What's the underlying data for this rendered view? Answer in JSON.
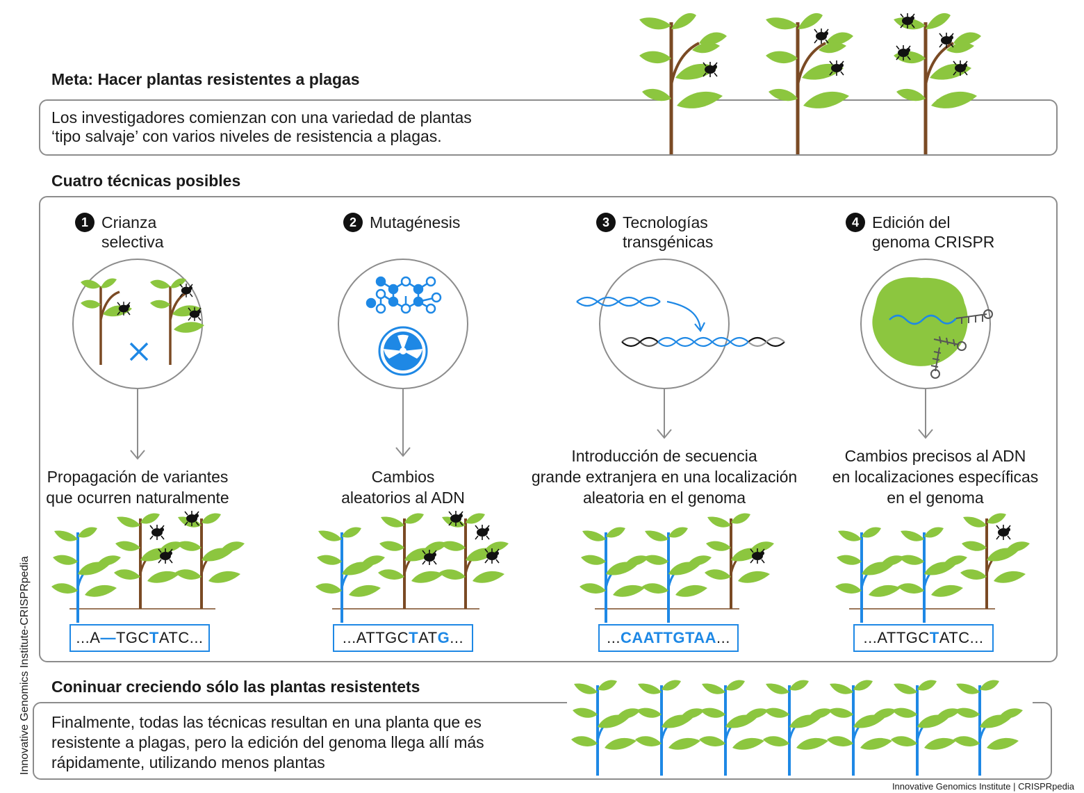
{
  "goal": {
    "heading": "Meta: Hacer plantas resistentes a plagas",
    "line1": "Los investigadores comienzan con una variedad de plantas",
    "line2": "‘tipo salvaje’ con varios niveles de resistencia a plagas."
  },
  "techniques_heading": "Cuatro técnicas posibles",
  "techniques": [
    {
      "num": "1",
      "title_l1": "Crianza",
      "title_l2": "selectiva",
      "result_l1": "Propagación de variantes",
      "result_l2": "que ocurren naturalmente",
      "result_l3": "",
      "seq_pre": "...A",
      "seq_b1": "—",
      "seq_mid": "TGC",
      "seq_b2": "T",
      "seq_post": "ATC..."
    },
    {
      "num": "2",
      "title_l1": "Mutagénesis",
      "title_l2": "",
      "result_l1": "Cambios",
      "result_l2": "aleatorios al ADN",
      "result_l3": "",
      "seq_pre": "...ATTGC",
      "seq_b1": "T",
      "seq_mid": "AT",
      "seq_b2": "G",
      "seq_post": "..."
    },
    {
      "num": "3",
      "title_l1": "Tecnologías",
      "title_l2": "transgénicas",
      "result_l1": "Introducción de secuencia",
      "result_l2": "grande extranjera en una localización",
      "result_l3": "aleatoria en el genoma",
      "seq_pre": "...",
      "seq_b1": "CAATTGTAA",
      "seq_mid": "",
      "seq_b2": "",
      "seq_post": "..."
    },
    {
      "num": "4",
      "title_l1": "Edición del",
      "title_l2": "genoma CRISPR",
      "result_l1": "Cambios precisos al ADN",
      "result_l2": "en localizaciones específicas",
      "result_l3": "en el genoma",
      "seq_pre": "...ATTGC",
      "seq_b1": "T",
      "seq_mid": "ATC...",
      "seq_b2": "",
      "seq_post": ""
    }
  ],
  "continue": {
    "heading": "Coninuar creciendo sólo las plantas resistentets",
    "line1": "Finalmente, todas las técnicas resultan en una planta que es",
    "line2": "resistente a plagas, pero la edición del genoma llega allí más",
    "line3": "rápidamente, utilizando menos plantas"
  },
  "credit_vertical": "Innovative Genomics Institute-CRISPRpedia",
  "credit_bottom": "Innovative Genomics Institute | CRISPRpedia",
  "colors": {
    "leaf": "#8cc63f",
    "stem_brown": "#7a4a24",
    "stem_blue": "#1e88e5",
    "accent_blue": "#1e88e5",
    "border": "#8c8c8c"
  }
}
